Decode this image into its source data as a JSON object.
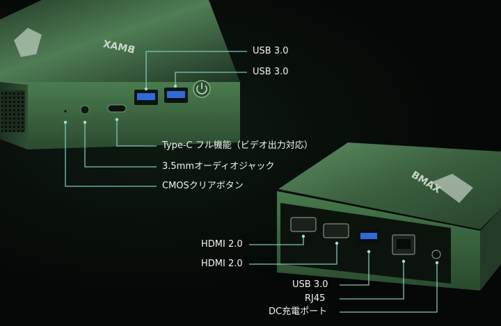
{
  "brand": "BMAX",
  "colors": {
    "line": "#7fc7bd",
    "dot": "#9fe0d6",
    "case_green": "#3f6b43",
    "port_blue": "#2f6bd8"
  },
  "callouts": {
    "usb_a": "USB 3.0",
    "usb_b": "USB 3.0",
    "type_c": "Type-C フル機能（ビデオ出力対応）",
    "audio": "3.5mmオーディオジャック",
    "cmos": "CMOSクリアボタン",
    "hdmi_a": "HDMI 2.0",
    "hdmi_b": "HDMI 2.0",
    "usb_c": "USB 3.0",
    "rj45": "RJ45",
    "dc": "DC充電ポート"
  }
}
